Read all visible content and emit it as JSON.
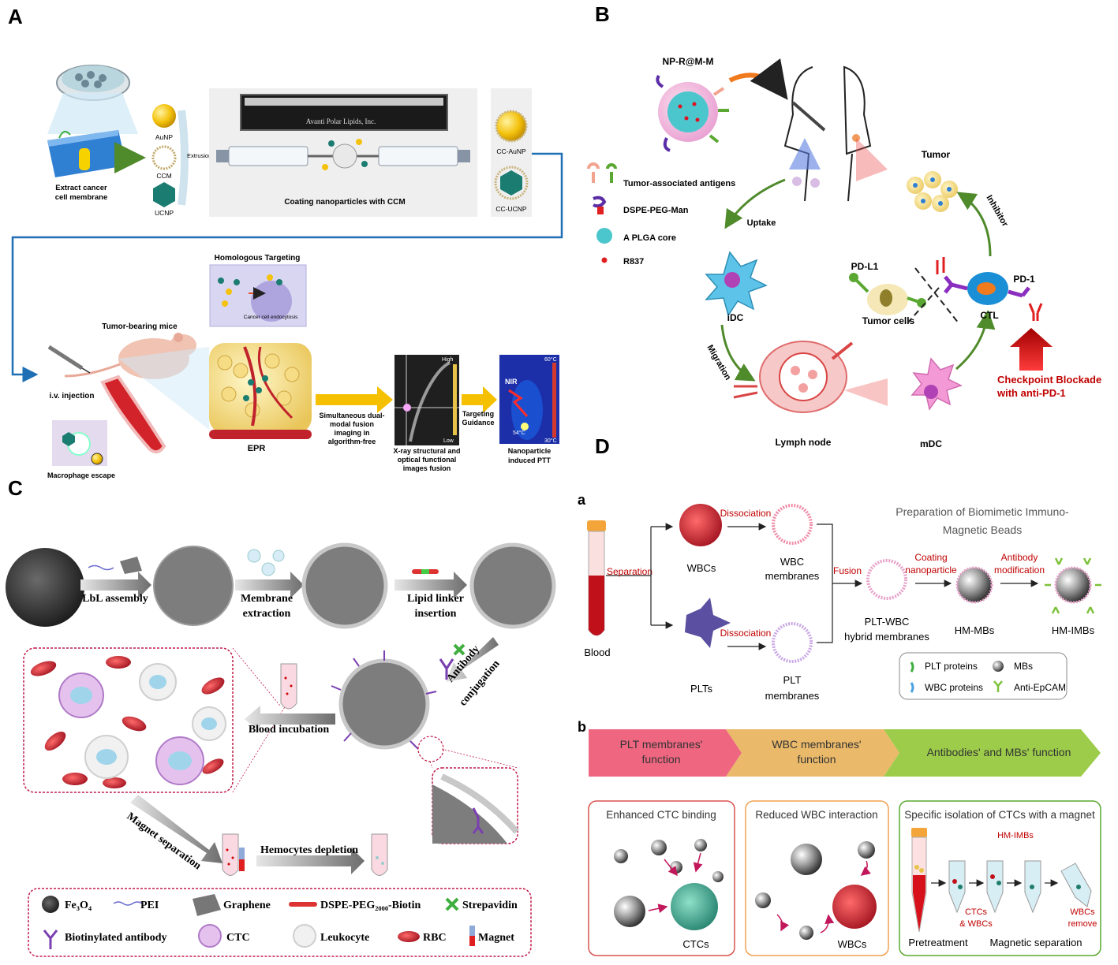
{
  "colors": {
    "accent_blue": "#1f6fb5",
    "orange_arrow": "#f5c000",
    "green_arrow": "#4f8a2b",
    "red_text": "#c00000",
    "pink_stage": "#ee6680",
    "tan_stage": "#eab96a",
    "green_stage": "#9ccc4a"
  },
  "panelA": {
    "letter": "A",
    "extract_label": "Extract cancer cell membrane",
    "aunp": "AuNP",
    "ccm": "CCM",
    "ucnp": "UCNP",
    "extrusion": "Extrusion",
    "device": "Avanti Polar Lipids, Inc.",
    "coating": "Coating nanoparticles with CCM",
    "cc_aunp": "CC-AuNP",
    "cc_ucnp": "CC-UCNP",
    "homologous": "Homologous Targeting",
    "endocytosis": "Cancer cell endocytosis",
    "mice": "Tumor-bearing mice",
    "injection": "i.v. injection",
    "macrophage": "Macrophage escape",
    "epr": "EPR",
    "fusion_text": "Simultaneous dual-modal fusion imaging in algorithm-free",
    "xray_text": "X-ray structural and optical functional images fusion",
    "high": "High",
    "low": "Low",
    "targeting": "Targeting Guidance",
    "nir": "NIR",
    "t60": "60°C",
    "t30": "30°C",
    "t54": "54°C",
    "ptt": "Nanoparticle induced PTT"
  },
  "panelB": {
    "letter": "B",
    "np": "NP-R@M-M",
    "legend": [
      "Tumor-associated antigens",
      "DSPE-PEG-Man",
      "A PLGA core",
      "R837"
    ],
    "tumor": "Tumor",
    "inhibitor": "Inhibitor",
    "uptake": "Uptake",
    "pdl1": "PD-L1",
    "pd1": "PD-1",
    "tumor_cells": "Tumor cells",
    "ctl": "CTL",
    "idc": "iDC",
    "migration": "Migration",
    "lymph": "Lymph node",
    "mdc": "mDC",
    "checkpoint": [
      "Checkpoint Blockade",
      "with anti-PD-1"
    ]
  },
  "panelC": {
    "letter": "C",
    "lbl": "LbL assembly",
    "membrane": [
      "Membrane",
      "extraction"
    ],
    "lipid": [
      "Lipid linker",
      "insertion"
    ],
    "antibody": [
      "Antibody",
      "conjugation"
    ],
    "blood_inc": "Blood incubation",
    "magnet_sep": "Magnet separation",
    "hemocytes": "Hemocytes depletion",
    "legend": [
      "Fe₃O₄",
      "PEI",
      "Graphene",
      "DSPE-PEG₂₀₀₀-Biotin",
      "Strepavidin",
      "Biotinylated antibody",
      "CTC",
      "Leukocyte",
      "RBC",
      "Magnet"
    ]
  },
  "panelD": {
    "letter": "D",
    "sub_a": "a",
    "sub_b": "b",
    "title": [
      "Preparation of Biomimetic Immuno-",
      "Magnetic Beads"
    ],
    "blood": "Blood",
    "separation": "Separation",
    "wbcs": "WBCs",
    "plts": "PLTs",
    "dissociation": "Dissociation",
    "wbc_mem": [
      "WBC",
      "membranes"
    ],
    "plt_mem": [
      "PLT",
      "membranes"
    ],
    "fusion": "Fusion",
    "hybrid": [
      "PLT-WBC",
      "hybrid membranes"
    ],
    "coating": [
      "Coating",
      "nanoparticle"
    ],
    "antibody_mod": [
      "Antibody",
      "modification"
    ],
    "hm_mbs": "HM-MBs",
    "hm_imbs": "HM-IMBs",
    "legend": [
      "PLT proteins",
      "MBs",
      "WBC proteins",
      "Anti-EpCAM"
    ],
    "stages": [
      [
        "PLT membranes'",
        "function"
      ],
      [
        "WBC membranes'",
        "function"
      ],
      [
        "Antibodies' and MBs' function"
      ]
    ],
    "box1": "Enhanced CTC binding",
    "ctcs": "CTCs",
    "box2": "Reduced WBC interaction",
    "wbcs2": "WBCs",
    "box3": "Specific isolation of CTCs with a magnet",
    "hm_imbs2": "HM-IMBs",
    "ctcs_wbcs": [
      "CTCs",
      "& WBCs"
    ],
    "wbcs_remove": [
      "WBCs",
      "remove"
    ],
    "pretreatment": "Pretreatment",
    "magnetic_sep": "Magnetic separation"
  }
}
